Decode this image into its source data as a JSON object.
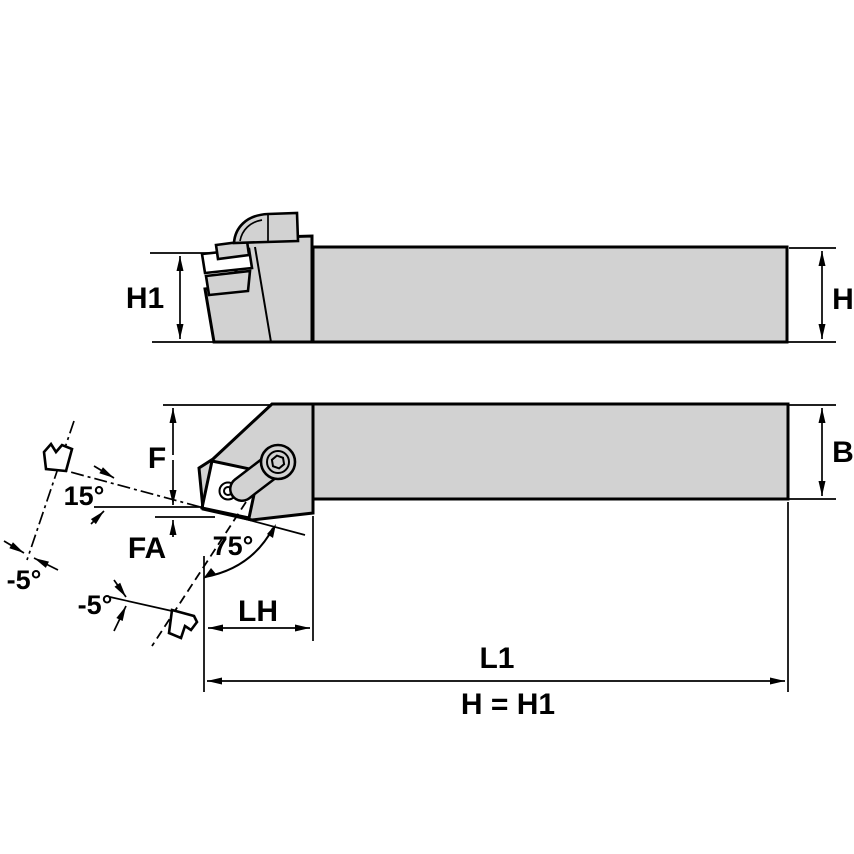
{
  "diagram": {
    "type": "tool-holder-engineering-drawing",
    "colors": {
      "body_fill": "#d2d2d2",
      "outline": "#000000",
      "insert_fill": "#ffffff",
      "background": "#ffffff"
    },
    "side_view": {
      "height_head_label": "H1",
      "height_shank_label": "H"
    },
    "top_view": {
      "head_offset_label": "F",
      "face_offset_label": "FA",
      "shank_width_label": "B",
      "head_length_label": "LH",
      "overall_length_label": "L1",
      "equality_note": "H = H1",
      "lead_angle_label": "75°",
      "side_angle_label": "15°",
      "rake_angle_side_label": "-5°",
      "rake_angle_back_label": "-5°"
    }
  }
}
